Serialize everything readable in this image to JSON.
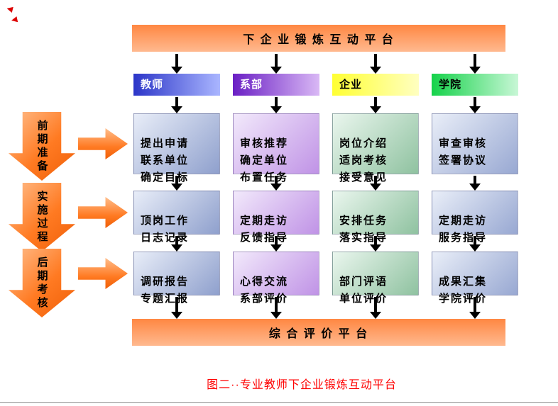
{
  "page": {
    "caption": "图二··专业教师下企业锻炼互动平台"
  },
  "icons": {
    "red_mark": "◄"
  },
  "palette": {
    "banner_orange": "#ff8742",
    "banner_orange_light": "#ffb98f",
    "stage_arrow_orange": "#ff7a22",
    "connector_black": "#000000",
    "caption_red": "#ff0000",
    "teacher_header": "#2b35c8",
    "department_header": "#6a1fc4",
    "enterprise_header": "#ffff33",
    "college_header": "#15d24a",
    "teacher_box": "#8fa0cd",
    "department_box": "#c093e6",
    "enterprise_box": "#8fc2a0",
    "college_box": "#98a8d2"
  },
  "top_banner": {
    "label": "下 企 业 锻 炼 互 动 平 台"
  },
  "bottom_banner": {
    "label": "综 合 评 价 平 台"
  },
  "stages": [
    {
      "label": "前期准备"
    },
    {
      "label": "实施过程"
    },
    {
      "label": "后期考核"
    }
  ],
  "columns": [
    {
      "header": "教师",
      "rows": [
        "提出申请\n联系单位\n确定目标",
        "顶岗工作\n日志记录",
        "调研报告\n专题汇报"
      ]
    },
    {
      "header": "系部",
      "rows": [
        "审核推荐\n确定单位\n布置任务",
        "定期走访\n反馈指导",
        "心得交流\n系部评价"
      ]
    },
    {
      "header": "企业",
      "rows": [
        "岗位介绍\n适岗考核\n接受意见",
        "安排任务\n落实指导",
        "部门评语\n单位评价"
      ]
    },
    {
      "header": "学院",
      "rows": [
        "审查审核\n签署协议",
        "定期走访\n服务指导",
        "成果汇集\n学院评价"
      ]
    }
  ]
}
